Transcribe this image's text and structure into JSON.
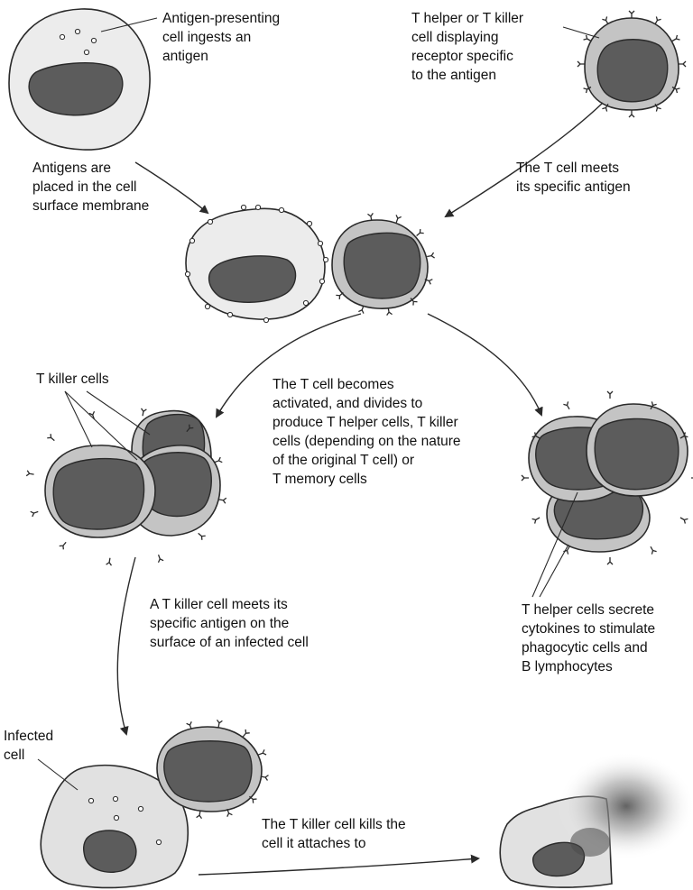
{
  "captions": {
    "apc_ingests": "Antigen-presenting\ncell ingests an\nantigen",
    "t_cell_receptor": "T helper or T killer\ncell displaying\nreceptor specific\nto the antigen",
    "antigens_placed": "Antigens are\nplaced in the cell\nsurface membrane",
    "t_cell_meets": "The T cell meets\nits specific antigen",
    "t_killer_cells": "T killer cells",
    "t_cell_activated": "The T cell becomes\nactivated, and divides to\nproduce T helper cells, T killer\ncells (depending on the nature\nof the original T cell) or\nT memory cells",
    "killer_meets_infected": "A T killer cell meets its\nspecific antigen on the\nsurface of an infected cell",
    "helper_secrete": "T helper cells secrete\ncytokines to stimulate\nphagocytic cells and\nB lymphocytes",
    "infected_cell": "Infected\ncell",
    "killer_kills": "The T killer cell kills the\ncell it attaches to"
  },
  "colors": {
    "outline": "#2a2a2a",
    "apc_fill": "#ececec",
    "tcell_fill": "#c4c4c4",
    "nucleus_fill": "#5c5c5c"
  }
}
